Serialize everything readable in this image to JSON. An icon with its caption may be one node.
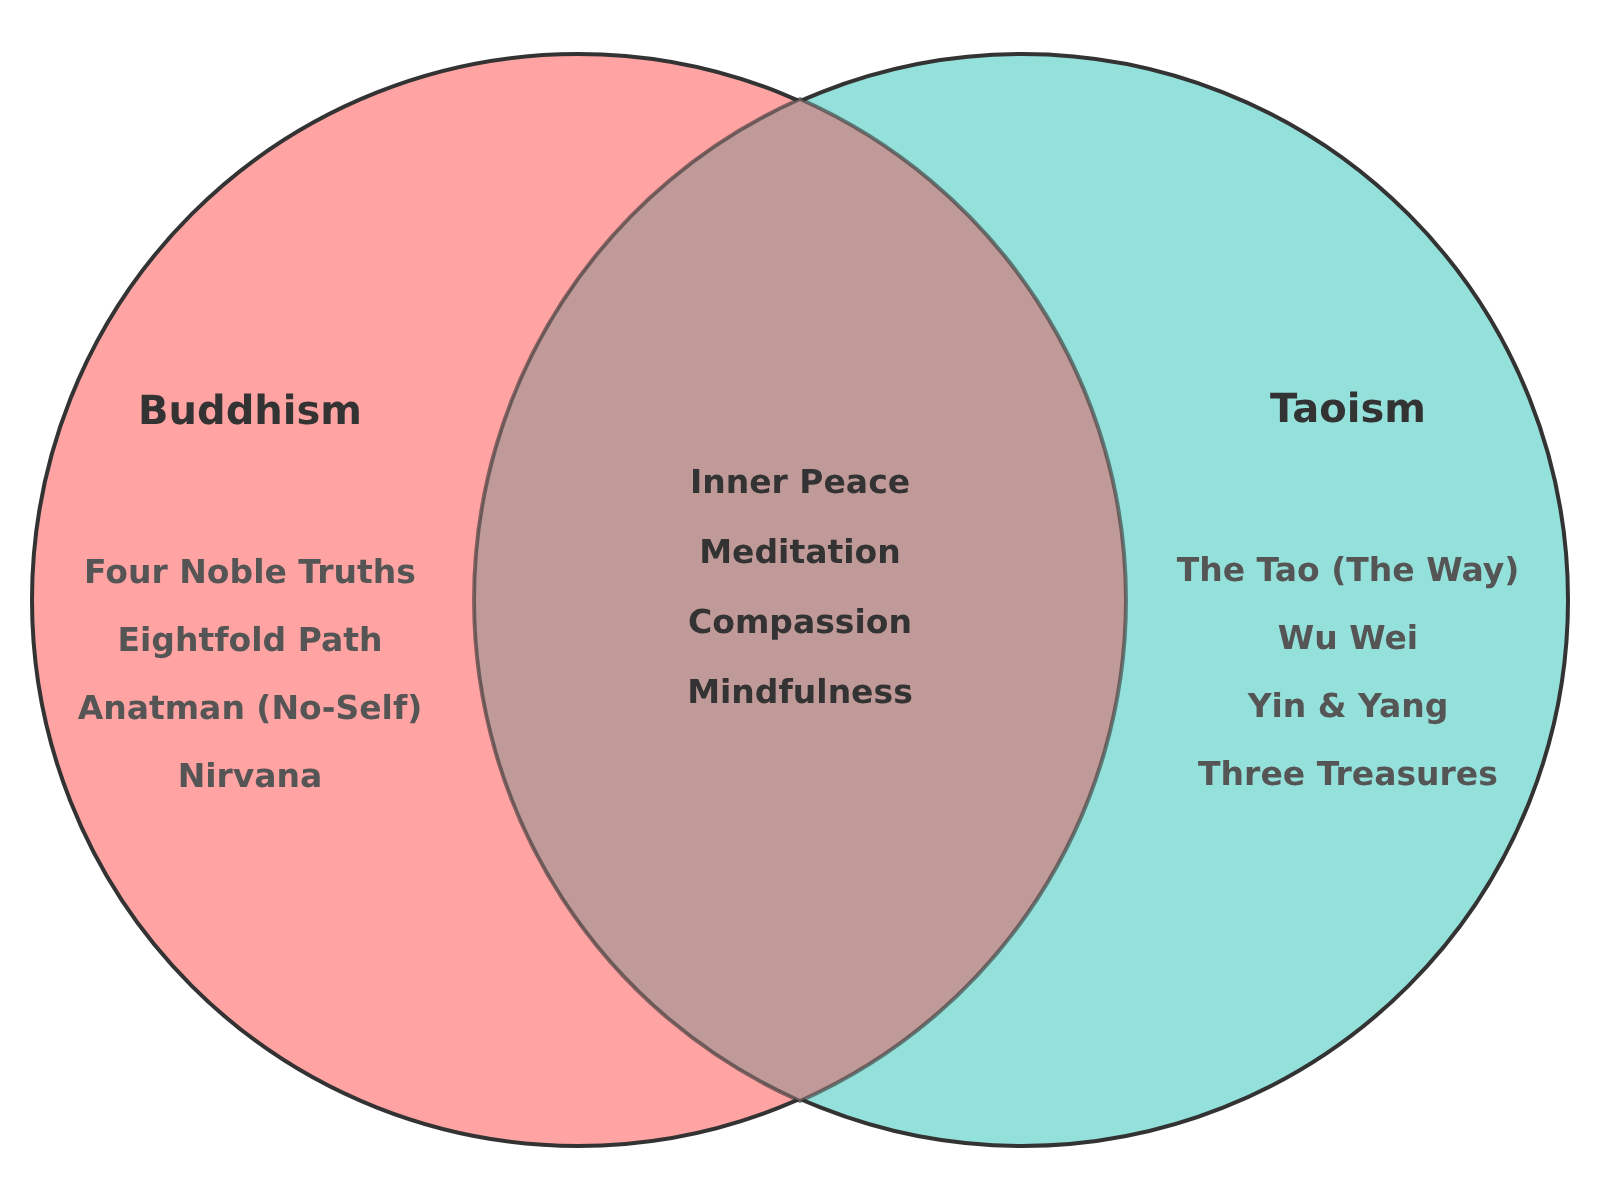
{
  "diagram": {
    "nodes": [
      {
        "text": [
          "Buddhism",
          "Four Noble Truths",
          "Eightfold Path",
          "Anatman (No-Self)",
          "Nirvana"
        ]
      },
      {
        "text": [
          "Taoism",
          "The Tao (The Way)",
          "Wu Wei",
          "Yin & Yang",
          "Three Treasures"
        ]
      },
      {
        "text": [
          "Inner Peace",
          "Meditation",
          "Compassion",
          "Mindfulness"
        ]
      }
    ],
    "edges": []
  }
}
